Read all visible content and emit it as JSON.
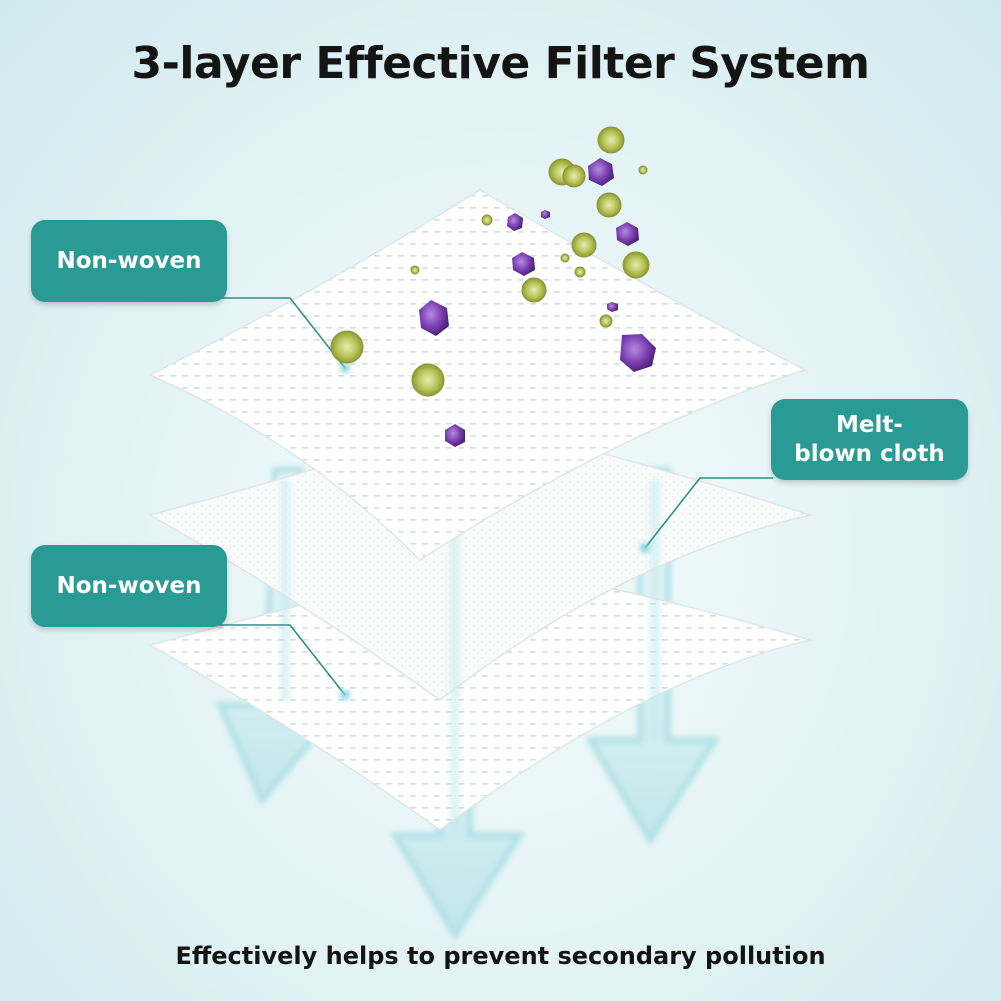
{
  "title": "3-layer Effective Filter System",
  "footer": "Effectively helps to prevent secondary pollution",
  "labels": {
    "top": "Non-woven",
    "middle": "Melt-\nblown cloth",
    "bottom": "Non-woven"
  },
  "colors": {
    "label_bg": "#2a9a95",
    "label_text": "#ffffff",
    "particle_green": "#aebd4a",
    "particle_purple": "#7a3fb0",
    "flow_arrow": "#bfe6ea"
  },
  "icons": [
    "pollen-particle-icon",
    "virus-particle-icon",
    "airflow-arrow-icon"
  ]
}
